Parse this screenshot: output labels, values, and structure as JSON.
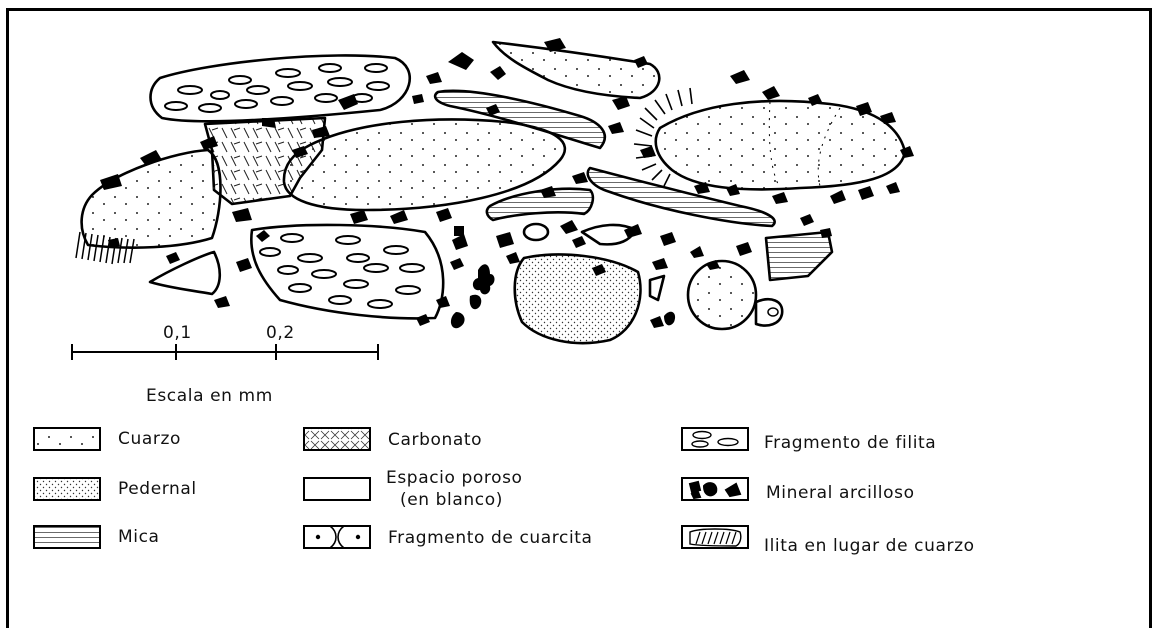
{
  "scale": {
    "ticks": [
      "0,1",
      "0,2"
    ],
    "caption": "Escala en mm"
  },
  "legend": {
    "cuarzo": "Cuarzo",
    "pedernal": "Pedernal",
    "mica": "Mica",
    "carbonato": "Carbonato",
    "espacio_poroso_1": "Espacio poroso",
    "espacio_poroso_2": "(en blanco)",
    "cuarcita": "Fragmento de cuarcita",
    "filita": "Fragmento de filita",
    "arcilloso": "Mineral arcilloso",
    "ilita": "Ilita en lugar de cuarzo"
  }
}
